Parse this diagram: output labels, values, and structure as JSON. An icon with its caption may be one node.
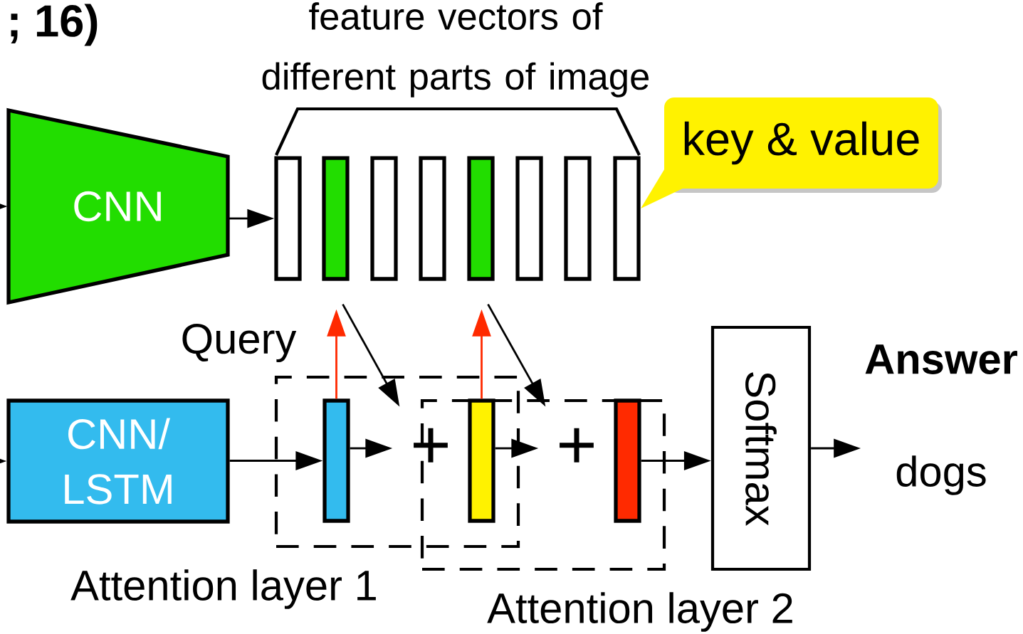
{
  "diagram": {
    "nodes": [
      {
        "text": [
          "CNN"
        ]
      },
      {
        "text": [
          "feature vectors of different parts of image"
        ]
      },
      {
        "text": [],
        "shape": "bar"
      },
      {
        "text": [],
        "shape": "bar"
      },
      {
        "text": [],
        "shape": "bar"
      },
      {
        "text": [],
        "shape": "bar"
      },
      {
        "text": [],
        "shape": "bar"
      },
      {
        "text": [],
        "shape": "bar"
      },
      {
        "text": [],
        "shape": "bar"
      },
      {
        "text": [],
        "shape": "bar"
      },
      {
        "text": [
          "key & value"
        ]
      },
      {
        "text": [
          "CNN/ LSTM"
        ]
      },
      {
        "text": [
          "Attention layer 1"
        ]
      },
      {
        "text": [
          "Attention layer 2"
        ]
      },
      {
        "text": [],
        "shape": "bar",
        "in": 12
      },
      {
        "text": [],
        "shape": "bar"
      },
      {
        "text": [],
        "shape": "bar",
        "in": 13
      },
      {
        "text": [
          "+"
        ],
        "in": 12
      },
      {
        "text": [
          "+"
        ],
        "in": 13
      },
      {
        "text": [
          "Softmax"
        ]
      },
      {
        "text": [
          "Answer",
          "dogs"
        ]
      }
    ],
    "edges": [
      {
        "from": null,
        "to": 0,
        "arrow": "to"
      },
      {
        "from": 0,
        "to": 2,
        "arrow": "to"
      },
      {
        "from": null,
        "to": 11,
        "arrow": "to"
      },
      {
        "from": 11,
        "to": 14,
        "arrow": "to"
      },
      {
        "from": 14,
        "to": 3,
        "arrow": "to",
        "color": "#ff2a00"
      },
      {
        "from": 3,
        "to": 17,
        "arrow": "to"
      },
      {
        "from": 14,
        "to": 17,
        "arrow": "to"
      },
      {
        "from": 15,
        "to": 6,
        "arrow": "to",
        "color": "#ff2a00"
      },
      {
        "from": 6,
        "to": 18,
        "arrow": "to"
      },
      {
        "from": 15,
        "to": 18,
        "arrow": "to"
      },
      {
        "from": 16,
        "to": 19,
        "arrow": "to"
      },
      {
        "from": 19,
        "to": 20,
        "arrow": "to"
      }
    ],
    "labels": [
      "; 16)",
      "Query"
    ]
  }
}
